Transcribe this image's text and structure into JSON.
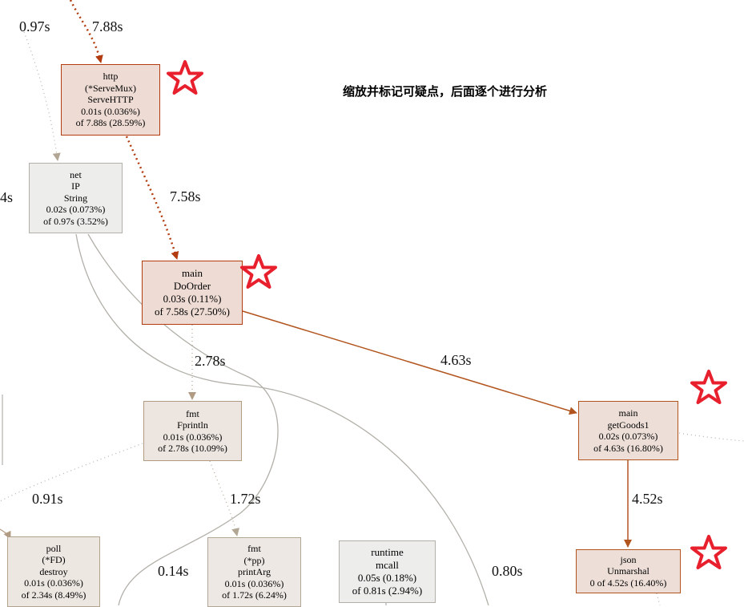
{
  "nodes": {
    "http_servehttp": {
      "lines": [
        "http",
        "(*ServeMux)",
        "ServeHTTP",
        "0.01s (0.036%)",
        "of 7.88s (28.59%)"
      ],
      "fill": "#eedcd4",
      "stroke": "#b23c0f"
    },
    "net_ip_string": {
      "lines": [
        "net",
        "IP",
        "String",
        "0.02s (0.073%)",
        "of 0.97s (3.52%)"
      ],
      "fill": "#ededec",
      "stroke": "#b2b0a9"
    },
    "main_doorder": {
      "lines": [
        "main",
        "DoOrder",
        "0.03s (0.11%)",
        "of 7.58s (27.50%)"
      ],
      "fill": "#eedcd4",
      "stroke": "#b23c0f"
    },
    "fmt_fprintln": {
      "lines": [
        "fmt",
        "Fprintln",
        "0.01s (0.036%)",
        "of 2.78s (10.09%)"
      ],
      "fill": "#ede6e0",
      "stroke": "#b29b83"
    },
    "main_getgoods1": {
      "lines": [
        "main",
        "getGoods1",
        "0.02s (0.073%)",
        "of 4.63s (16.80%)"
      ],
      "fill": "#eddfd8",
      "stroke": "#b2541d"
    },
    "poll_destroy": {
      "lines": [
        "poll",
        "(*FD)",
        "destroy",
        "0.01s (0.036%)",
        "of 2.34s (8.49%)"
      ],
      "fill": "#ede7e2",
      "stroke": "#b2a28e"
    },
    "fmt_printarg": {
      "lines": [
        "fmt",
        "(*pp)",
        "printArg",
        "0.01s (0.036%)",
        "of 1.72s (6.24%)"
      ],
      "fill": "#ede8e4",
      "stroke": "#b2a794"
    },
    "runtime_mcall": {
      "lines": [
        "runtime",
        "mcall",
        "0.05s (0.18%)",
        "of 0.81s (2.94%)"
      ],
      "fill": "#ededec",
      "stroke": "#b2b0a9"
    },
    "json_unmarshal": {
      "lines": [
        "json",
        "Unmarshal",
        "0 of 4.52s (16.40%)"
      ],
      "fill": "#eddfd8",
      "stroke": "#b2541d"
    }
  },
  "edge_labels": {
    "top_left": "0.97s",
    "top_http": "7.88s",
    "left_cut": "4s",
    "http_to_doorder": "7.58s",
    "doorder_to_fprintln": "2.78s",
    "doorder_to_getgoods": "4.63s",
    "left_poll": "0.91s",
    "fprintln_to_printarg": "1.72s",
    "getgoods_to_unmarshal": "4.52s",
    "bottom_a": "0.14s",
    "bottom_b": "0.80s"
  },
  "annotation": "缩放并标记可疑点，后面逐个进行分析",
  "colors": {
    "hot_edge": "#b23c0f",
    "warm_edge": "#b2541d",
    "cold_edge": "#b2b0a9",
    "star": "#e8202e"
  }
}
